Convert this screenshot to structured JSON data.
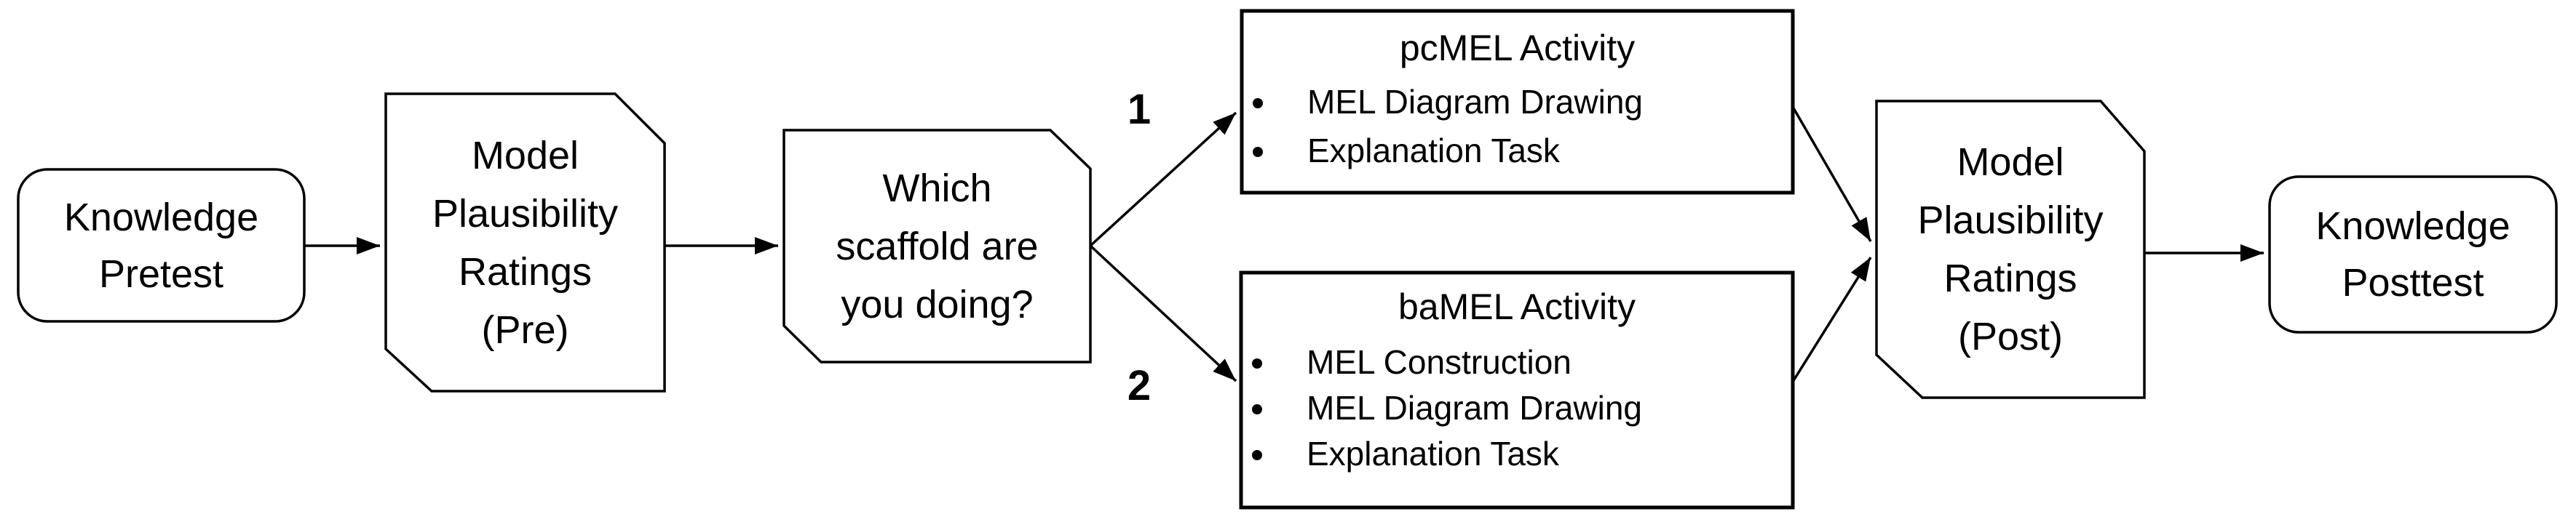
{
  "colors": {
    "ink": "#000000",
    "paper": "#ffffff"
  },
  "nodes": {
    "knowledge_pretest": {
      "lines": [
        "Knowledge",
        "Pretest"
      ]
    },
    "ratings_pre": {
      "lines": [
        "Model",
        "Plausibility",
        "Ratings",
        "(Pre)"
      ]
    },
    "decision": {
      "lines": [
        "Which",
        "scaffold are",
        "you doing?"
      ]
    },
    "pcmel_activity": {
      "title": "pcMEL Activity",
      "items": [
        "MEL Diagram Drawing",
        "Explanation Task"
      ]
    },
    "bamel_activity": {
      "title": "baMEL Activity",
      "items": [
        "MEL Construction",
        "MEL Diagram Drawing",
        "Explanation Task"
      ]
    },
    "ratings_post": {
      "lines": [
        "Model",
        "Plausibility",
        "Ratings",
        "(Post)"
      ]
    },
    "knowledge_posttest": {
      "lines": [
        "Knowledge",
        "Posttest"
      ]
    }
  },
  "branch_labels": {
    "path_1": "1",
    "path_2": "2"
  }
}
